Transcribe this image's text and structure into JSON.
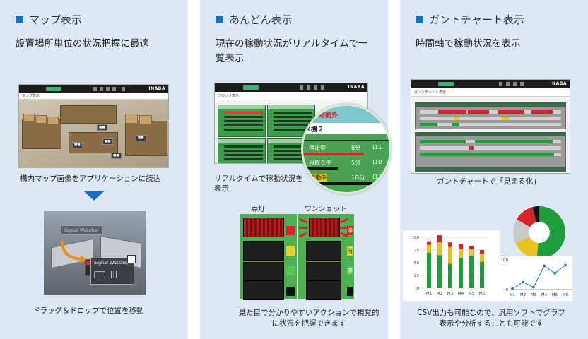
{
  "panels": [
    {
      "title": "マップ表示",
      "subtitle": "設置場所単位の状況把握に最適",
      "caption1": "構内マップ画像をアプリケーションに読込",
      "caption2": "ドラッグ＆ドロップで位置を移動",
      "ui": {
        "tab": "マップ表示",
        "logo": "INABA",
        "card_label": "Signal Watcher"
      }
    },
    {
      "title": "あんどん表示",
      "subtitle": "現在の稼動状況がリアルタイムで一覧表示",
      "caption1": "リアルタイムで稼動状況を表示",
      "label_on": "点灯",
      "label_oneshot": "ワンショット",
      "caption2": "見た目で分かりやすいアクションで視覚的に状況を把握できます",
      "magnifier": {
        "header": "時間外",
        "line2": "ス機２",
        "rows": [
          {
            "label": "停止中",
            "value": "8分",
            "tail": "(11"
          },
          {
            "label": "段取り中",
            "value": "5分",
            "tail": "(10"
          },
          {
            "label": "稼働中",
            "value": "1G分",
            "tail": "(11"
          }
        ]
      },
      "lamp_side_labels": [
        "停",
        "待",
        "運"
      ],
      "ui": {
        "tab": "ブロック表示",
        "logo": "INABA"
      }
    },
    {
      "title": "ガントチャート表示",
      "subtitle": "時間軸で稼動状況を表示",
      "caption1": "ガントチャートで「見える化」",
      "caption2": "CSV出力も可能なので、汎用ソフトでグラフ表示や分析することも可能です",
      "ui": {
        "tab": "ガントチャート表示",
        "logo": "INABA"
      }
    }
  ],
  "colors": {
    "accent": "#1a6fc0",
    "panel_bg": "#dde8f4",
    "green": "#1f9c3c",
    "yellow": "#e8c31c",
    "red": "#d8232a"
  },
  "chart_data": [
    {
      "type": "bar",
      "categories": [
        "M1",
        "M2",
        "M3",
        "M4",
        "M5",
        "M6"
      ],
      "series": [
        {
          "values": [
            70,
            65,
            48,
            60,
            64,
            52
          ]
        },
        {
          "values": [
            15,
            25,
            33,
            17,
            12,
            16
          ]
        },
        {
          "values": [
            7,
            14,
            9,
            10,
            7,
            7
          ]
        }
      ],
      "stacked": true,
      "yticks": [
        0,
        25,
        50,
        75,
        100
      ],
      "ylim": [
        0,
        100
      ]
    },
    {
      "type": "line",
      "categories": [
        "M1",
        "M2",
        "M3",
        "M4",
        "M5",
        "M6"
      ],
      "values": [
        3,
        25,
        8,
        80,
        55,
        82
      ],
      "yticks": [
        0,
        100
      ],
      "ylim": [
        0,
        100
      ]
    },
    {
      "type": "pie",
      "values": [
        51,
        17,
        15,
        13,
        4
      ],
      "donut": true
    }
  ]
}
